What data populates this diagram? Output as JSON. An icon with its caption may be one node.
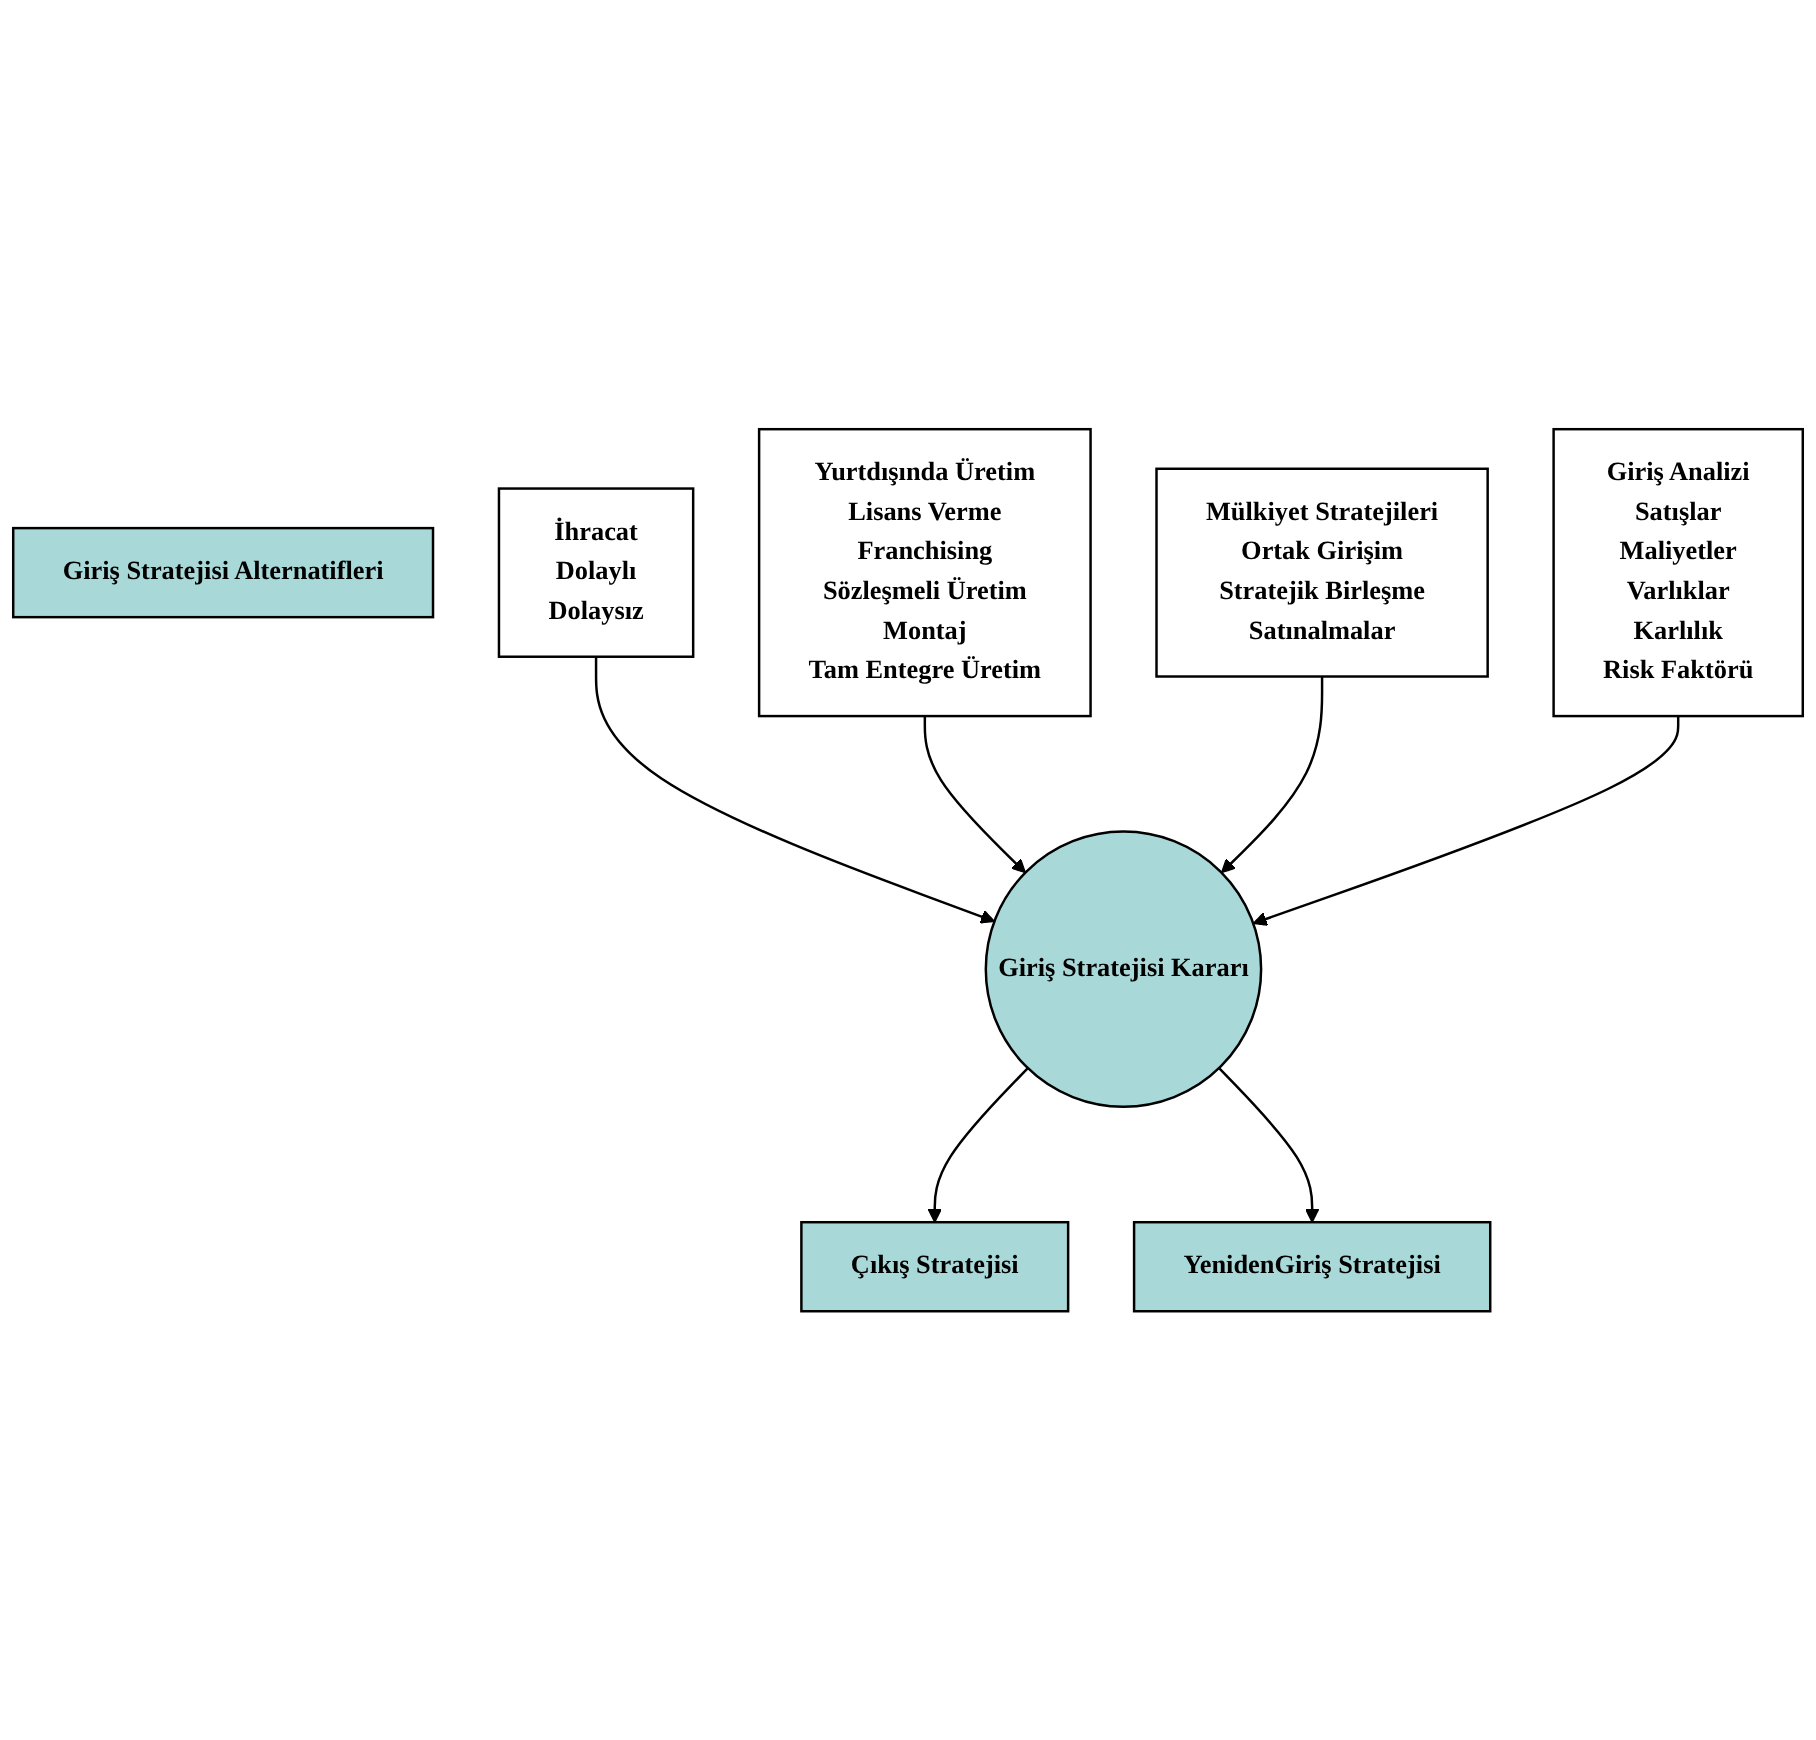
{
  "diagram": {
    "nodes": [
      {
        "text": [
          "Giriş Stratejisi Alternatifleri"
        ]
      },
      {
        "text": [
          "İhracat",
          "Dolaylı",
          "Dolaysız"
        ]
      },
      {
        "text": [
          "Yurtdışında Üretim",
          "Lisans Verme",
          "Franchising",
          "Sözleşmeli Üretim",
          "Montaj",
          "Tam Entegre Üretim"
        ]
      },
      {
        "text": [
          "Mülkiyet Stratejileri",
          "Ortak Girişim",
          "Stratejik Birleşme",
          "Satınalmalar"
        ]
      },
      {
        "text": [
          "Giriş Stratejisi Kararı"
        ]
      },
      {
        "text": [
          "Giriş Analizi",
          "Satışlar",
          "Maliyetler",
          "Varlıklar",
          "Karlılık",
          "Risk Faktörü"
        ]
      },
      {
        "text": [
          "Çıkış Stratejisi"
        ]
      },
      {
        "text": [
          "YenidenGiriş Stratejisi"
        ]
      }
    ],
    "edges": [
      {
        "from": 1,
        "to": 4,
        "arrow": "to"
      },
      {
        "from": 2,
        "to": 4,
        "arrow": "to"
      },
      {
        "from": 3,
        "to": 4,
        "arrow": "to"
      },
      {
        "from": 5,
        "to": 4,
        "arrow": "to"
      },
      {
        "from": 4,
        "to": 6,
        "arrow": "to"
      },
      {
        "from": 4,
        "to": 7,
        "arrow": "to"
      }
    ]
  }
}
